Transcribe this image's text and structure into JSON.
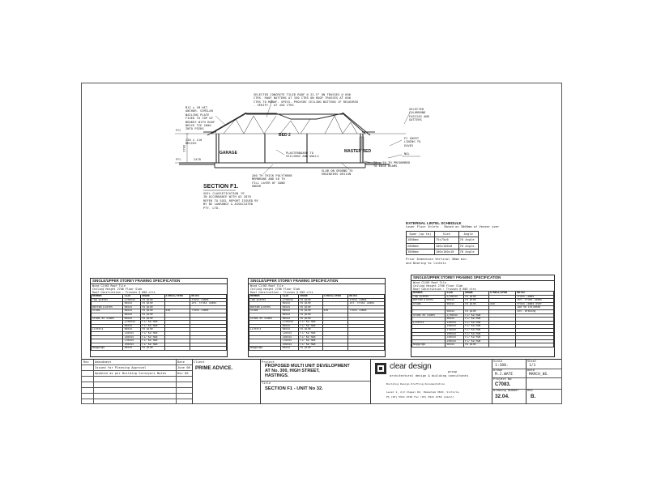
{
  "section": {
    "title": "SECTION F1.",
    "notes": [
      "SOIL CLASSIFICATION 'M'",
      "IN ACCORDANCE WITH AS 2870",
      "REFER TO SOIL REPORT ISSUED BY",
      "BY DE LAURANCE & ASSOCIATED",
      "PTY. LTD."
    ],
    "rooms": {
      "garage": "GARAGE",
      "bed2": "BED 2",
      "master": "MASTER BED"
    },
    "levels": {
      "fcl": "FCL",
      "ffl": "FFL",
      "ngl": "NGL"
    },
    "dims": {
      "height": "2700",
      "left": "2470"
    },
    "annotations": {
      "roof": "SELECTED CONCRETE TILED ROOF @ 22.5° ON TRUSSES @ 600 CTRS. ROOF BATTENS AT 330 CTRS ON ROOF TRUSSES AT 600 CTRS TO MANUF. SPECS. PROVIDE CEILING BATTENS IF REQUIRED - VERIFY - AT 450 CTRS",
      "wall_plate": "M12 x 1M HIT ANCHOR. SIMILAR NAILING PLATE FIXED TO TOP OF BRAKES WITH ROOF BRICK TIE 2000 INTO PIERS",
      "brick": "230 x 110 BRICKS",
      "plaster": "PLASTERBOARD TO CEILINGS AND WALLS",
      "membrane": "200 TH THICK POLYTHENE MEMBRANE AND 50 TH FILL LAYER OF SAND UNDER",
      "slab": "SLAB ON GROUND TO ENGINEERS DESIGN",
      "fascia": "SELECTED COLORBOND FASCIAS AND GUTTERS",
      "eaves": "FC SHEET LINING TO EAVES",
      "edge": "70 + 50 TH PREDOMBED TO EDGE BEAMS"
    }
  },
  "lintel": {
    "title": "EXTERNAL LINTEL SCHEDULE",
    "subtitle": "Lower Floor Inlets - Based on 3000mm of Veneer over",
    "headers": [
      "Span (up to)",
      "Size",
      "Angle"
    ],
    "rows": [
      [
        "1000mm",
        "75x75x6",
        "76 Angle"
      ],
      [
        "2000mm",
        "100x100x8",
        "76 Angle"
      ],
      [
        "3000mm",
        "100x100x10",
        "76 Angle"
      ]
    ],
    "notes": [
      "Prior Dimension Vertical 3Dmm min.",
      "and Bearing to lintels"
    ]
  },
  "framing_tables": [
    {
      "title": "SINGLE/UPPER STOREY FRAMING SPECIFICATION",
      "meta": [
        "Wind          C2/N3      Roof     Tile",
        "Ceiling Height  2700     Floor   Slab",
        "Roof Construction : Trusses @ 600 ctrs"
      ],
      "headers": [
        "MEMBER",
        "SIZE",
        "GRADE",
        "STRESS/SPAN",
        "NOTES"
      ],
      "rows": [
        [
          "Top plates",
          "2/90x45",
          "F8 pine",
          "",
          "truss loads"
        ],
        [
          "",
          "90x45",
          "F8 pine",
          "",
          "Int. truss loads"
        ],
        [
          "Bottom plates",
          "90x45",
          "F8 pine",
          "",
          ""
        ],
        [
          "Studs",
          "90x45",
          "F8 pine",
          "450",
          "Truss loads"
        ],
        [
          "",
          "90x45",
          "F8 pine",
          "",
          ""
        ],
        [
          "Studs at sides",
          "90x45",
          "F8 pine",
          "",
          ""
        ],
        [
          "",
          "2/90x45",
          "F17 KD hwd",
          "",
          ""
        ],
        [
          "",
          "90x45",
          "F17 KD hwd",
          "",
          ""
        ],
        [
          "Lintels",
          "90x45",
          "F8 pine",
          "",
          ""
        ],
        [
          "",
          "120x45",
          "F17 KD hwd",
          "",
          ""
        ],
        [
          "",
          "140x45",
          "F17 KD hwd",
          "",
          ""
        ],
        [
          "",
          "170x45",
          "F17 KD hwd",
          "",
          ""
        ],
        [
          "",
          "190x45",
          "F17 KD hwd",
          "",
          ""
        ],
        [
          "Noggings",
          "90x45",
          "F8 pine",
          "",
          ""
        ]
      ]
    },
    {
      "title": "SINGLE/UPPER STOREY FRAMING SPECIFICATION",
      "meta": [
        "Wind          C2/N3      Roof     Tile",
        "Ceiling Height  2700     Floor   Slab",
        "Roof Construction : Trusses @ 600 ctrs"
      ],
      "headers": [
        "MEMBER",
        "SIZE",
        "GRADE",
        "STRESS/SPAN",
        "NOTES"
      ],
      "rows": [
        [
          "Top plates",
          "2/90x45",
          "F8 pine",
          "",
          "truss loads"
        ],
        [
          "",
          "90x45",
          "F8 pine",
          "",
          "Int. truss loads"
        ],
        [
          "Bottom plates",
          "90x45",
          "F8 pine",
          "",
          ""
        ],
        [
          "Studs",
          "90x45",
          "F8 pine",
          "450",
          "Truss loads"
        ],
        [
          "",
          "90x45",
          "F8 pine",
          "",
          ""
        ],
        [
          "Studs at sides",
          "90x45",
          "F8 pine",
          "",
          ""
        ],
        [
          "",
          "2/90x45",
          "F17 KD hwd",
          "",
          ""
        ],
        [
          "",
          "90x45",
          "F17 KD hwd",
          "",
          ""
        ],
        [
          "Lintels",
          "90x45",
          "F8 pine",
          "",
          ""
        ],
        [
          "",
          "120x45",
          "F17 KD hwd",
          "",
          ""
        ],
        [
          "",
          "140x45",
          "F17 KD hwd",
          "",
          ""
        ],
        [
          "",
          "170x45",
          "F17 KD hwd",
          "",
          ""
        ],
        [
          "",
          "190x45",
          "F17 KD hwd",
          "",
          ""
        ],
        [
          "Noggings",
          "90x45",
          "F8 pine",
          "",
          ""
        ]
      ]
    },
    {
      "title": "SINGLE/UPPER STOREY FRAMING SPECIFICATION",
      "meta": [
        "Wind          C2/N3      Roof     Tile",
        "Ceiling Height  2700     Floor   Slab",
        "Roof Construction : Trusses @ 600 ctrs"
      ],
      "headers": [
        "MEMBER",
        "SIZE",
        "GRADE",
        "STRESS/SPAN",
        "NOTES"
      ],
      "rows": [
        [
          "Top plates",
          "2/90x45",
          "F8 pine",
          "",
          "truss loads"
        ],
        [
          "Bottom plates",
          "90x45",
          "F8 pine",
          "",
          "Int. truss loads"
        ],
        [
          "Studs",
          "90x45",
          "F8 pine",
          "450",
          "truss loads over"
        ],
        [
          "",
          "",
          "",
          "",
          "100 90 int/dead"
        ],
        [
          "",
          "90x45",
          "F8 pine",
          "",
          "int. Bracing"
        ],
        [
          "Studs at sides",
          "2/90x45",
          "F17 KD hwd",
          "",
          ""
        ],
        [
          "",
          "90x45",
          "F17 KD hwd",
          "",
          ""
        ],
        [
          "Lintels",
          "120x45",
          "F17 KD hwd",
          "",
          ""
        ],
        [
          "",
          "140x45",
          "F17 KD hwd",
          "",
          ""
        ],
        [
          "",
          "170x45",
          "F17 KD hwd",
          "",
          ""
        ],
        [
          "",
          "190x45",
          "F17 KD hwd",
          "",
          ""
        ],
        [
          "",
          "240x45",
          "F17 KD hwd",
          "",
          ""
        ],
        [
          "",
          "290x45",
          "F17 KD hwd",
          "",
          ""
        ],
        [
          "Noggings",
          "90x45",
          "F8 pine",
          "",
          ""
        ]
      ]
    }
  ],
  "title_block": {
    "revisions_header": [
      "Rev",
      "Amendment",
      "Date"
    ],
    "revisions": [
      [
        "",
        "Issued for Planning Approval",
        "June 06"
      ],
      [
        "",
        "Updated as per Building Surveyors Notes",
        "Dec 06"
      ]
    ],
    "client_label": "Client",
    "client": "PRIME ADVICE.",
    "project_label": "Project",
    "project": [
      "PROPOSED MULTI UNIT DEVELOPMENT",
      "AT No. 300, HIGH STREET,",
      "HASTINGS."
    ],
    "title_label": "Title",
    "title": "SECTION F1 - UNIT No 32.",
    "company": "clear design",
    "company_sub": "group",
    "company_tag": "architectural design & building consultants",
    "company_lines": [
      "Building Design    Drafting    Documentation",
      "Level 1, 2/2 Chapel Rd, Pakenham 3810, Victoria",
      "Ph (03) 5941 6766  Fax (03) 5941 6766 (email)"
    ],
    "scale_label": "Scale",
    "scale": "1:100.",
    "sheet_label": "Sheet",
    "sheet": "1/1",
    "drawn_label": "Drawn",
    "drawn": "M.J.WATE",
    "date_label": "Date",
    "date": "MARCH_06.",
    "project_no_label": "Project No",
    "project_no": "C7083.",
    "drawing_no_label": "Drawing Number",
    "drawing_no": "32.04.",
    "rev_label": "Rev",
    "rev": "B."
  }
}
